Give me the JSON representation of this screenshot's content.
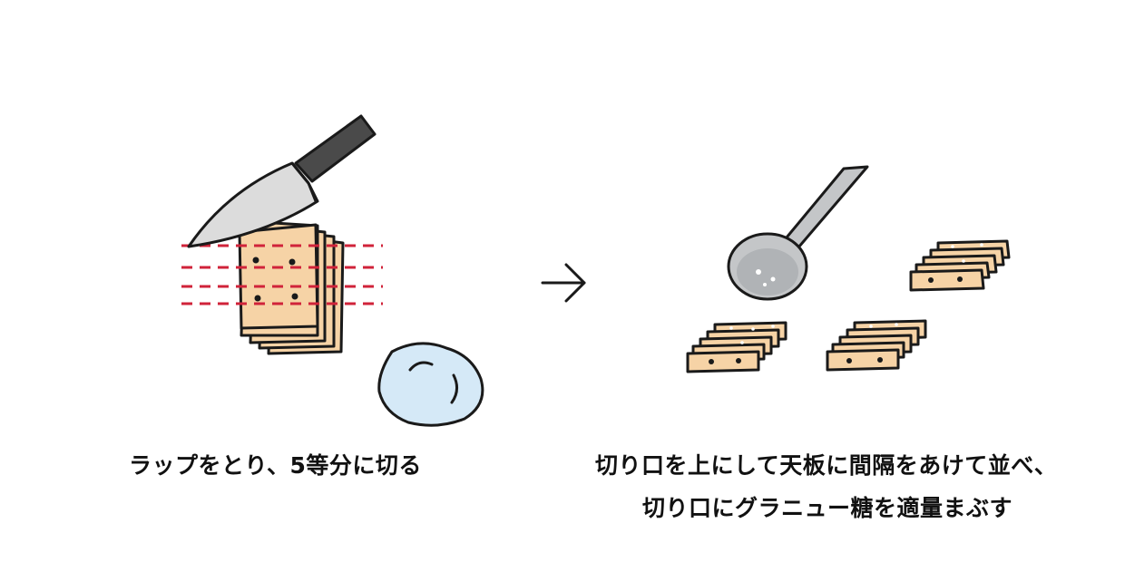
{
  "steps": [
    {
      "caption": "ラップをとり、5等分に切る"
    },
    {
      "caption_line1": "切り口を上にして天板に間隔をあけて並べ、",
      "caption_line2": "切り口にグラニュー糖を適量まぶす"
    }
  ],
  "colors": {
    "outline": "#1a1a1a",
    "dough": "#f6d3a6",
    "cut_line": "#d0233a",
    "wrap": "#d5e9f7",
    "blade": "#dcdcdc",
    "handle": "#4a4a4a",
    "spoon": "#c4c6c8"
  },
  "icons": {
    "knife": "knife-icon",
    "dough": "dough-stack-icon",
    "wrap": "plastic-wrap-icon",
    "arrow": "arrow-right-icon",
    "spoon": "spoon-icon",
    "pieces": "dough-pieces-icon"
  }
}
